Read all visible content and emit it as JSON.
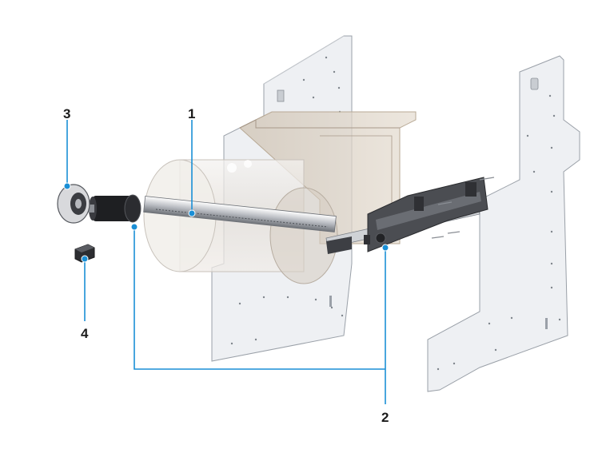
{
  "callouts": [
    {
      "id": "1",
      "label": "1"
    },
    {
      "id": "2",
      "label": "2"
    },
    {
      "id": "3",
      "label": "3"
    },
    {
      "id": "4",
      "label": "4"
    }
  ],
  "colors": {
    "callout_line": "#1a8fd6",
    "callout_dot": "#1a8fd6",
    "plate_fill": "#eef0f3",
    "plate_stroke": "#9aa0a8",
    "drum_fill": "#eae6e1",
    "box_fill": "#d9cdbd"
  }
}
